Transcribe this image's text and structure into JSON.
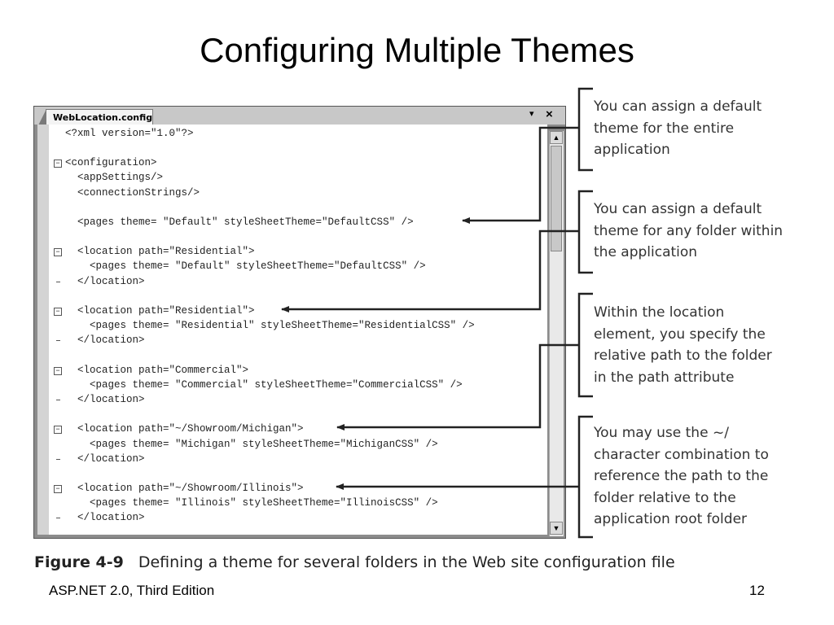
{
  "slide": {
    "title": "Configuring Multiple Themes",
    "footer_left": "ASP.NET 2.0, Third Edition",
    "page_number": "12"
  },
  "editor": {
    "tab_label": "WebLocation.config",
    "menu_icon": "dropdown-arrow-icon",
    "close_icon": "close-icon",
    "menu_glyph": "▾",
    "close_glyph": "×",
    "code_lines": [
      "<?xml version=\"1.0\"?>",
      "",
      "<configuration>",
      "  <appSettings/>",
      "  <connectionStrings/>",
      "",
      "  <pages theme= \"Default\" styleSheetTheme=\"DefaultCSS\" />",
      "",
      "  <location path=\"Residential\">",
      "    <pages theme= \"Default\" styleSheetTheme=\"DefaultCSS\" />",
      "  </location>",
      "",
      "  <location path=\"Residential\">",
      "    <pages theme= \"Residential\" styleSheetTheme=\"ResidentialCSS\" />",
      "  </location>",
      "",
      "  <location path=\"Commercial\">",
      "    <pages theme= \"Commercial\" styleSheetTheme=\"CommercialCSS\" />",
      "  </location>",
      "",
      "  <location path=\"~/Showroom/Michigan\">",
      "    <pages theme= \"Michigan\" styleSheetTheme=\"MichiganCSS\" />",
      "  </location>",
      "",
      "  <location path=\"~/Showroom/Illinois\">",
      "    <pages theme= \"Illinois\" styleSheetTheme=\"IllinoisCSS\" />",
      "  </location>"
    ],
    "fold_open_glyph": "−"
  },
  "callouts": [
    {
      "lines": [
        "You can assign a default",
        "theme for the entire",
        "application"
      ]
    },
    {
      "lines": [
        "You can assign a default",
        "theme for any folder within",
        "the application"
      ]
    },
    {
      "lines": [
        "Within the location",
        "element, you specify the",
        "relative path to the folder",
        "in the path attribute"
      ]
    },
    {
      "lines": [
        "You may use the ~/",
        "character combination to",
        "reference the path to the",
        "folder relative to the",
        "application root folder"
      ]
    }
  ],
  "figure": {
    "label": "Figure 4-9",
    "caption": "Defining a theme for several folders in the Web site configuration file"
  },
  "colors": {
    "editor_frame": "#8c8c8c",
    "gutter": "#d4d4d4",
    "code_text": "#222222",
    "callout_line": "#222222"
  }
}
